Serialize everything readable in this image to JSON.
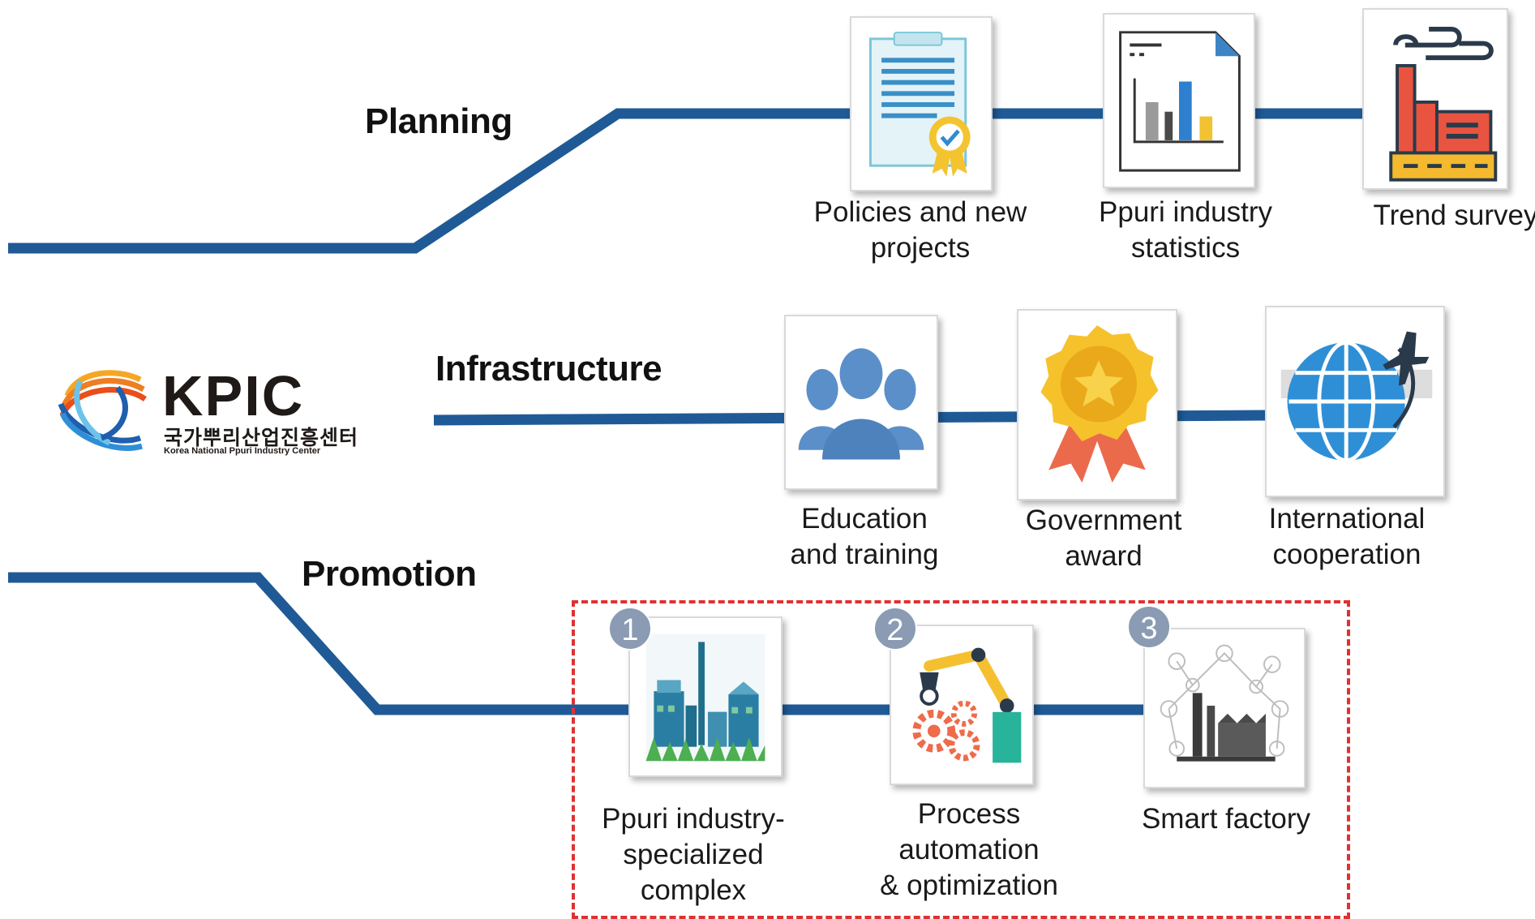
{
  "sections": {
    "planning": {
      "title": "Planning",
      "items": [
        {
          "lines": [
            "Policies and new",
            "projects"
          ],
          "icon": "certificate-document-icon"
        },
        {
          "lines": [
            "Ppuri industry",
            "statistics"
          ],
          "icon": "bar-chart-document-icon"
        },
        {
          "lines": [
            "Trend survey"
          ],
          "icon": "factory-smoke-icon"
        }
      ]
    },
    "infrastructure": {
      "title": "Infrastructure",
      "items": [
        {
          "lines": [
            "Education",
            "and training"
          ],
          "icon": "people-group-icon"
        },
        {
          "lines": [
            "Government",
            "award"
          ],
          "icon": "award-medal-icon"
        },
        {
          "lines": [
            "International",
            "cooperation"
          ],
          "icon": "globe-airplane-icon"
        }
      ]
    },
    "promotion": {
      "title": "Promotion",
      "items": [
        {
          "badge": "1",
          "lines": [
            "Ppuri industry-",
            "specialized",
            "complex"
          ],
          "icon": "industrial-complex-icon"
        },
        {
          "badge": "2",
          "lines": [
            "Process",
            "automation",
            "&  optimization"
          ],
          "icon": "robot-arm-gears-icon"
        },
        {
          "badge": "3",
          "lines": [
            "Smart factory"
          ],
          "icon": "smart-factory-icon"
        }
      ]
    }
  },
  "logo": {
    "name": "KPIC",
    "korean": "국가뿌리산업진흥센터",
    "english": "Korea National Ppuri Industry Center"
  },
  "colors": {
    "line": "#1f5a96",
    "highlight": "#e03131",
    "badge": "#8a9bb3"
  }
}
